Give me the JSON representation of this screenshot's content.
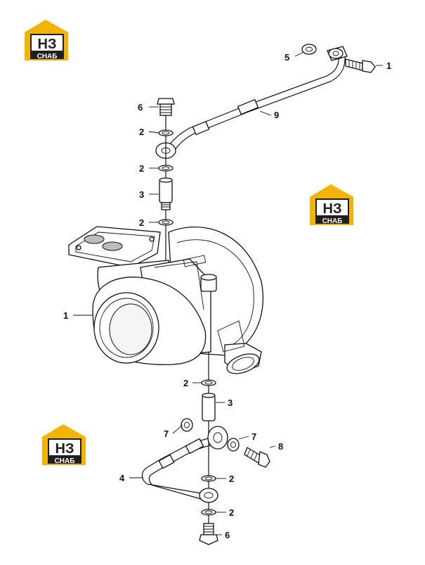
{
  "logos": [
    {
      "top": "НЗ",
      "bottom": "СНАБ"
    },
    {
      "top": "НЗ",
      "bottom": "СНАБ"
    },
    {
      "top": "НЗ",
      "bottom": "СНАБ"
    }
  ],
  "callouts": {
    "c1_top": "1",
    "c5": "5",
    "c9": "9",
    "c6_top": "6",
    "c2_a": "2",
    "c2_b": "2",
    "c3_top": "3",
    "c2_c": "2",
    "c1_left": "1",
    "c2_d": "2",
    "c3_bottom": "3",
    "c7_left": "7",
    "c7_right": "7",
    "c8": "8",
    "c4": "4",
    "c2_e": "2",
    "c2_f": "2",
    "c6_bottom": "6"
  },
  "colors": {
    "logo_yellow": "#f2b400",
    "logo_dark": "#1f1f1f",
    "line": "#111111"
  }
}
